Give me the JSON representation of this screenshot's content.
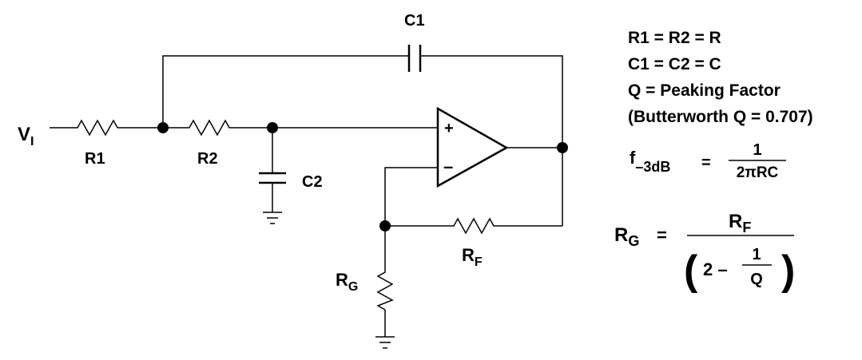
{
  "circuit": {
    "input_label": {
      "main": "V",
      "sub": "I"
    },
    "r1": "R1",
    "r2": "R2",
    "c1": "C1",
    "c2": "C2",
    "rf": {
      "main": "R",
      "sub": "F"
    },
    "rg": {
      "main": "R",
      "sub": "G"
    },
    "opamp_plus": "+",
    "opamp_minus": "–"
  },
  "notes": {
    "line1": "R1 = R2 = R",
    "line2": "C1 = C2 = C",
    "line3": "Q = Peaking Factor",
    "line4": "(Butterworth Q = 0.707)"
  },
  "formula_f": {
    "lhs_main": "f",
    "lhs_sub": "–3dB",
    "eq": "=",
    "numerator": "1",
    "denominator": "2πRC"
  },
  "formula_rg": {
    "lhs_main": "R",
    "lhs_sub": "G",
    "eq": "=",
    "num_main": "R",
    "num_sub": "F",
    "paren_open": "(",
    "den_prefix": "2 –",
    "den_frac_num": "1",
    "den_frac_den": "Q",
    "paren_close": ")"
  }
}
